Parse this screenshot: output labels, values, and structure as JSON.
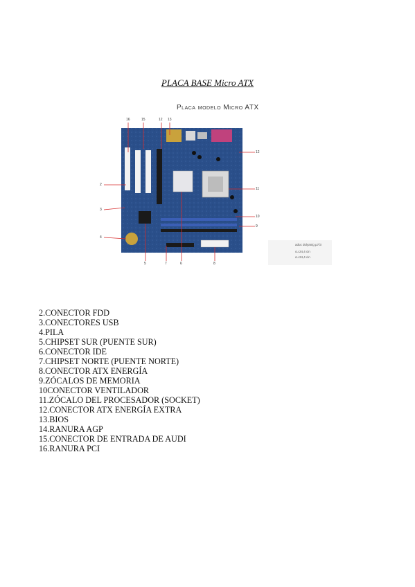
{
  "page": {
    "title": "PLACA BASE Micro ATX"
  },
  "figure": {
    "caption": "Placa modelo Micro ATX",
    "callouts": {
      "top": [
        "16",
        "15",
        "12",
        "13"
      ],
      "right": [
        "12",
        "11",
        "10",
        "9"
      ],
      "left": [
        "2",
        "3",
        "4"
      ],
      "bottom": [
        "5",
        "7",
        "6",
        "8"
      ]
    },
    "legend": [
      "aduc dolyanig µ7/3",
      "cu 24,4 cin",
      "cu 24,4 cin"
    ],
    "colors": {
      "pcb": "#2a4f8a",
      "slot_white": "#f2f2f2",
      "slot_black": "#1a1a1a",
      "dimm_blue": "#3b5fb5",
      "callout_line": "#d62b2b"
    }
  },
  "components": [
    "2.CONECTOR FDD",
    "3.CONECTORES USB",
    "4.PILA",
    "5.CHIPSET SUR (PUENTE SUR)",
    "6.CONECTOR IDE",
    "7.CHIPSET NORTE (PUENTE NORTE)",
    "8.CONECTOR ATX ENERGÍA",
    "9.ZÓCALOS DE MEMORIA",
    "10CONECTOR VENTILADOR",
    "11.ZÓCALO DEL PROCESADOR (SOCKET)",
    "12.CONECTOR ATX ENERGÍA EXTRA",
    "13.BIOS",
    "14.RANURA AGP",
    "15.CONECTOR DE ENTRADA DE AUDI",
    "16.RANURA PCI"
  ]
}
